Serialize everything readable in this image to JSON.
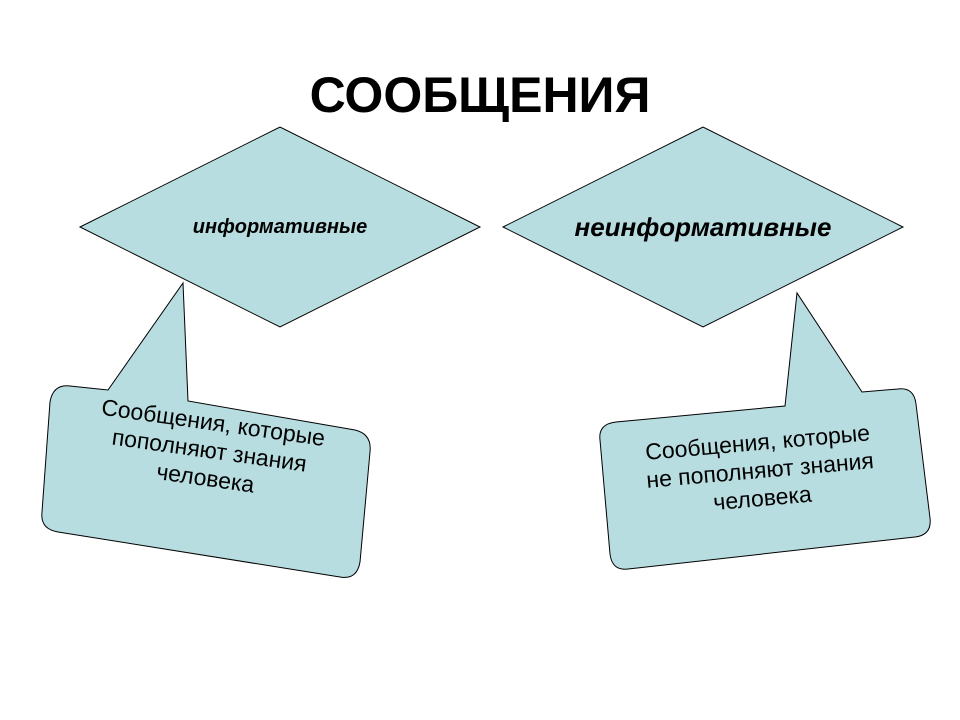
{
  "title": "СООБЩЕНИЯ",
  "left": {
    "diamond_label": "информативные",
    "callout_lines": [
      "Сообщения, которые",
      "пополняют знания",
      "человека"
    ]
  },
  "right": {
    "diamond_label": "неинформативные",
    "callout_lines": [
      "Сообщения, которые",
      "не пополняют знания",
      "человека"
    ]
  },
  "colors": {
    "fill": "#b8dde1",
    "stroke": "#000000"
  }
}
